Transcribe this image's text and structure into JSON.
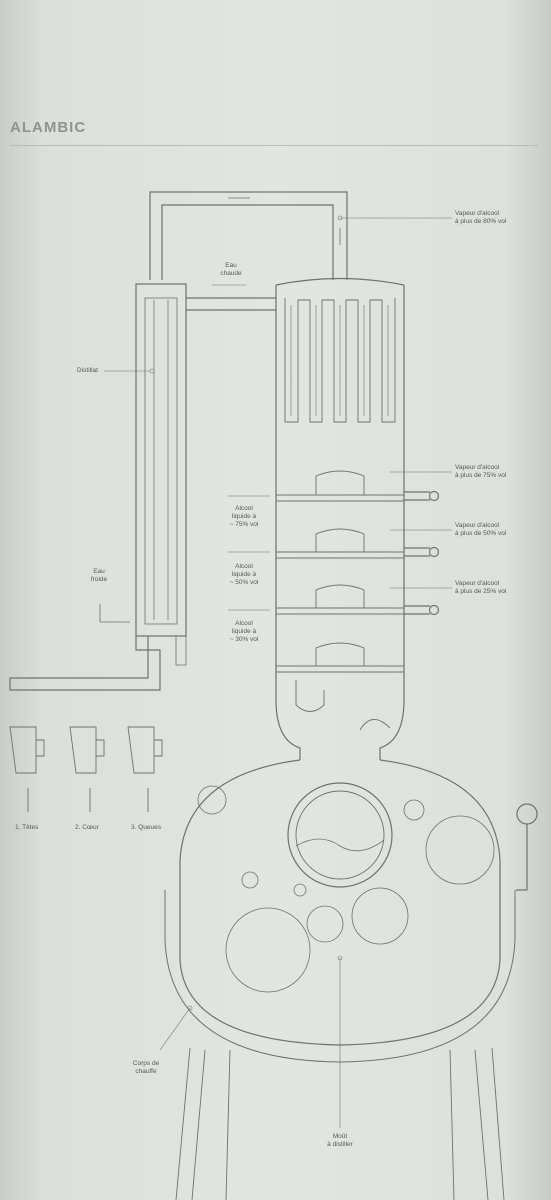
{
  "title": "ALAMBIC",
  "labels": {
    "vapeur_80": "Vapeur d'alcool\nà plus de 80% vol",
    "eau_chaude": "Eau\nchaude",
    "distillat": "Distillat",
    "vapeur_75": "Vapeur d'alcool\nà plus de 75% vol",
    "vapeur_50": "Vapeur d'alcool\nà plus de 50% vol",
    "vapeur_25": "Vapeur d'alcool\nà plus de 25% vol",
    "alcool_75": "Alcool\nliquide à\n~ 75% vol",
    "alcool_50": "Alcool\nliquide à\n~ 50% vol",
    "alcool_30": "Alcool\nliquide à\n~ 30% vol",
    "eau_froide": "Eau\nfroide",
    "tetes": "1. Têtes",
    "coeur": "2. Cœur",
    "queues": "3. Queues",
    "corps_de_chauffe": "Corps de\nchauffe",
    "mout": "Moût\nà distiller"
  }
}
